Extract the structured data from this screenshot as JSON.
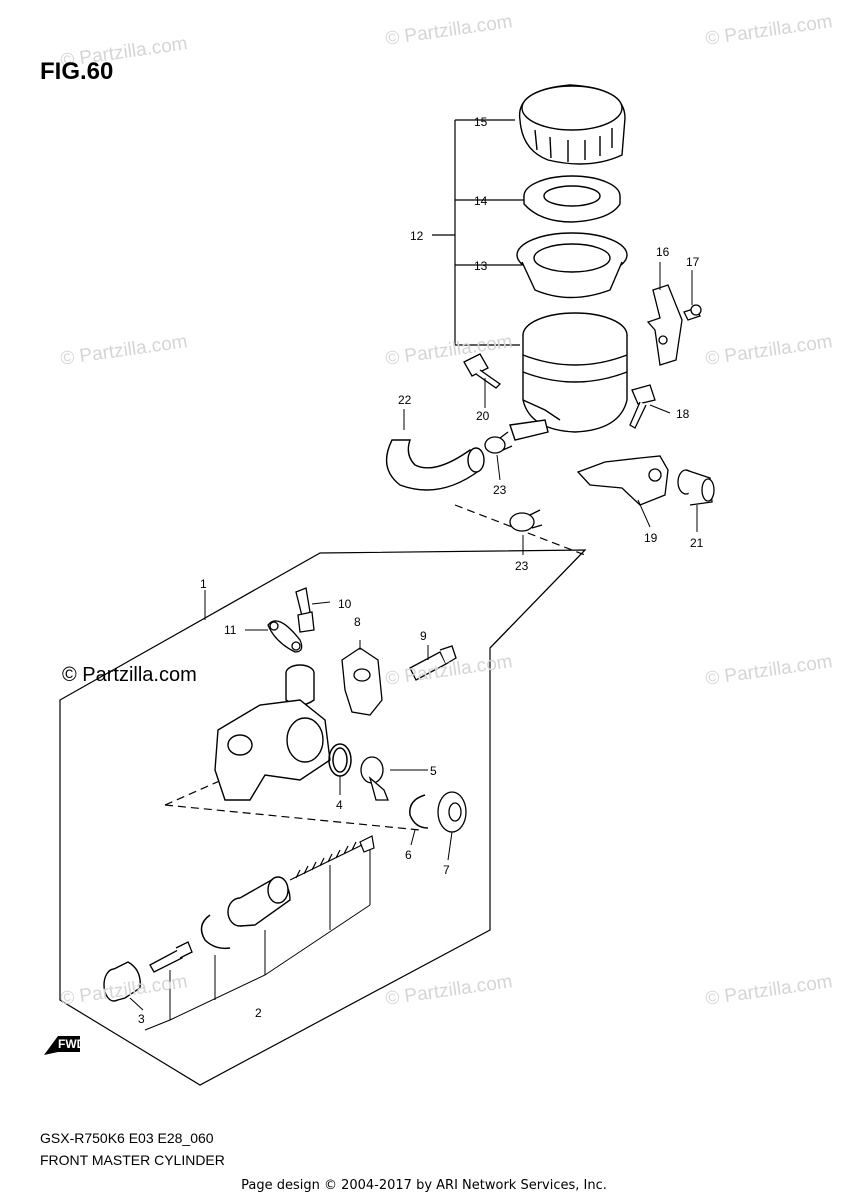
{
  "figure": {
    "title": "FIG.60",
    "model_code": "GSX-R750K6 E03 E28_060",
    "subtitle": "FRONT MASTER CYLINDER"
  },
  "footer": "Page design © 2004-2017 by ARI Network Services, Inc.",
  "brand_mark": "© Partzilla.com",
  "watermark": "© Partzilla.com",
  "fwd_label": "FWD",
  "callouts": [
    "1",
    "2",
    "3",
    "4",
    "5",
    "6",
    "7",
    "8",
    "9",
    "10",
    "11",
    "12",
    "13",
    "14",
    "15",
    "16",
    "17",
    "18",
    "19",
    "20",
    "21",
    "22",
    "23",
    "23"
  ],
  "colors": {
    "line": "#000000",
    "watermark": "#d5d5d5",
    "background": "#ffffff"
  }
}
